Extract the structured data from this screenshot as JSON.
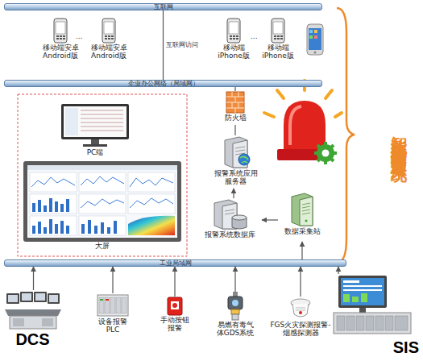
{
  "diagram": {
    "title": "智能化先进报警响应管理系统",
    "nodes": [
      {
        "text": [
          "互联网"
        ]
      },
      {
        "text": [
          "移动端安卓 Android版"
        ]
      },
      {
        "text": [
          "移动端安卓 Android版"
        ]
      },
      {
        "text": [
          "移动端 iPhone版"
        ]
      },
      {
        "text": [
          "移动端 iPhone版"
        ]
      },
      {
        "text": [
          "企业办公网络（局域网）"
        ]
      },
      {
        "text": [
          "PC端"
        ]
      },
      {
        "text": [
          "大屏"
        ]
      },
      {
        "text": [
          "防火墙"
        ]
      },
      {
        "text": [
          "报警系统应用 服务器"
        ]
      },
      {
        "text": [
          "报警系统数据库"
        ]
      },
      {
        "text": [
          "数据采集站"
        ]
      },
      {
        "text": [
          "工业局域网"
        ]
      },
      {
        "text": [
          "DCS"
        ]
      },
      {
        "text": [
          "设备报警 PLC"
        ]
      },
      {
        "text": [
          "手动按钮 报警"
        ]
      },
      {
        "text": [
          "易燃有毒气体GDS系统"
        ]
      },
      {
        "text": [
          "FGS火灾探测报警-烟感探测器"
        ]
      },
      {
        "text": [
          "SIS"
        ]
      }
    ],
    "edges": [
      {
        "from": 5,
        "to": 0,
        "arrow": "none",
        "label": "互联网访问"
      },
      {
        "from": 8,
        "to": 5,
        "arrow": "none"
      },
      {
        "from": 9,
        "to": 8,
        "arrow": "none"
      },
      {
        "from": 10,
        "to": 9,
        "arrow": "to"
      },
      {
        "from": 11,
        "to": 10,
        "arrow": "to"
      },
      {
        "from": 12,
        "to": 11,
        "arrow": "to"
      },
      {
        "from": 13,
        "to": 12,
        "arrow": "to"
      },
      {
        "from": 14,
        "to": 12,
        "arrow": "to"
      },
      {
        "from": 15,
        "to": 12,
        "arrow": "to"
      },
      {
        "from": 16,
        "to": 12,
        "arrow": "to"
      },
      {
        "from": 17,
        "to": 12,
        "arrow": "to"
      },
      {
        "from": 18,
        "to": 12,
        "arrow": "to"
      }
    ],
    "labels": [
      "...",
      "..."
    ]
  }
}
